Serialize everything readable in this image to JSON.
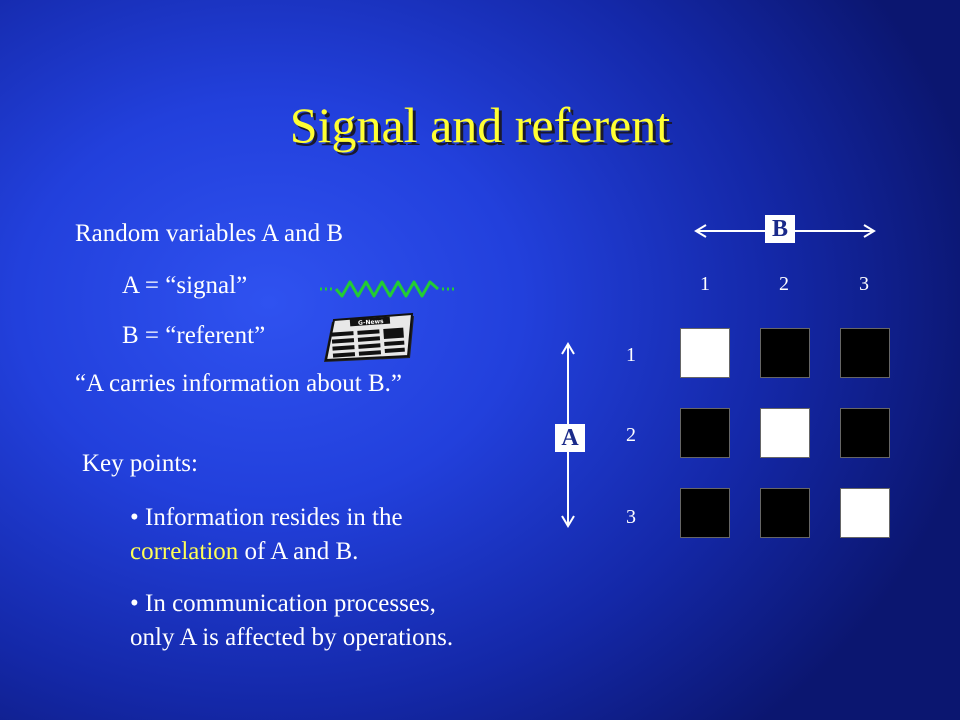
{
  "slide": {
    "title": "Signal and referent",
    "intro": "Random variables A and B",
    "line_a": "A = “signal”",
    "line_b": "B = “referent”",
    "quote": "“A carries information about B.”",
    "key_points_label": "Key points:",
    "bullet1_pre": "• Information resides in the",
    "bullet1_highlight": "correlation",
    "bullet1_post": " of A and B.",
    "bullet2_line1": "• In communication processes,",
    "bullet2_line2": "only A is affected by operations.",
    "newspaper_text": "G-News"
  },
  "matrix": {
    "col_axis_label": "B",
    "row_axis_label": "A",
    "col_labels": [
      "1",
      "2",
      "3"
    ],
    "row_labels": [
      "1",
      "2",
      "3"
    ],
    "cells": [
      [
        "white",
        "black",
        "black"
      ],
      [
        "black",
        "white",
        "black"
      ],
      [
        "black",
        "black",
        "white"
      ]
    ]
  },
  "colors": {
    "title": "#ffff33",
    "highlight": "#ffff55",
    "wave": "#22cc33",
    "background": "#2240dc"
  }
}
